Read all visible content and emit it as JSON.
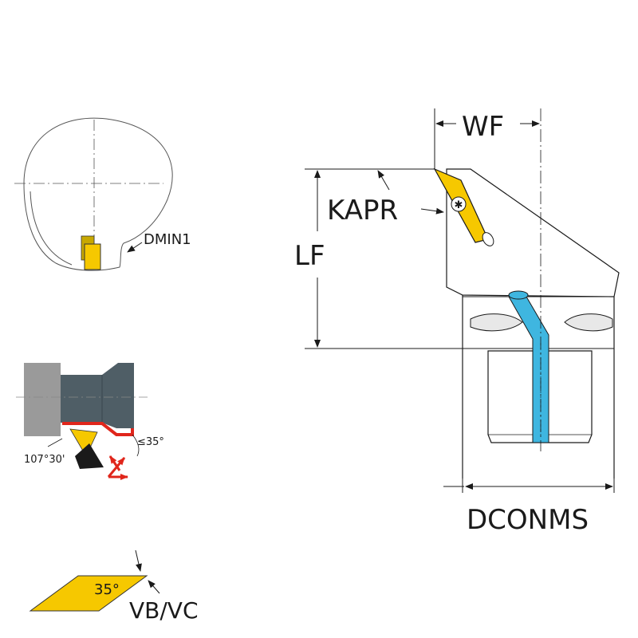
{
  "labels": {
    "wf": "WF",
    "kapr": "KAPR",
    "lf": "LF",
    "dconms": "DCONMS",
    "dmin1": "DMIN1",
    "angle_107": "107°30'",
    "angle_35_max": "≤35°",
    "insert_angle": "35°",
    "insert_type": "VB/VC"
  },
  "colors": {
    "insert_yellow": "#f6c800",
    "coolant_blue": "#3fb6e0",
    "holder_dark": "#4f5e66",
    "holder_grey": "#9a9a9a",
    "cut_red": "#e0261b",
    "line": "#1a1a1a"
  }
}
